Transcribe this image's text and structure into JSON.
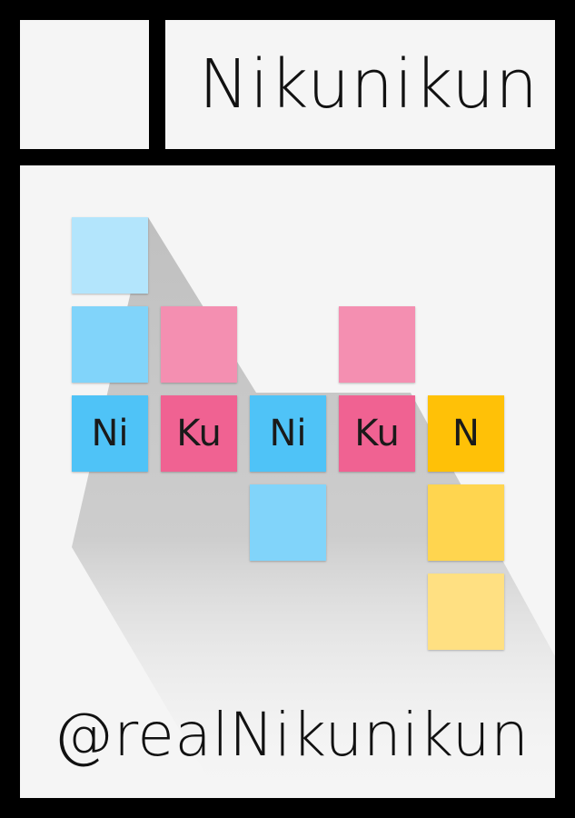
{
  "title": "Nikunikun",
  "handle": "@realNikunikun",
  "colors": {
    "frame": "#000000",
    "panel": "#f5f5f5",
    "text": "#111111"
  },
  "tiles": [
    {
      "label": "",
      "color": "#b3e5fc"
    },
    {
      "label": "",
      "color": "#81d4fa"
    },
    {
      "label": "Ni",
      "color": "#4fc3f7"
    },
    {
      "label": "",
      "color": "#f48fb1"
    },
    {
      "label": "Ku",
      "color": "#f06292"
    },
    {
      "label": "Ni",
      "color": "#4fc3f7"
    },
    {
      "label": "",
      "color": "#81d4fa"
    },
    {
      "label": "",
      "color": "#f48fb1"
    },
    {
      "label": "Ku",
      "color": "#f06292"
    },
    {
      "label": "N",
      "color": "#ffc107"
    },
    {
      "label": "",
      "color": "#ffd54f"
    },
    {
      "label": "",
      "color": "#ffe082"
    }
  ]
}
